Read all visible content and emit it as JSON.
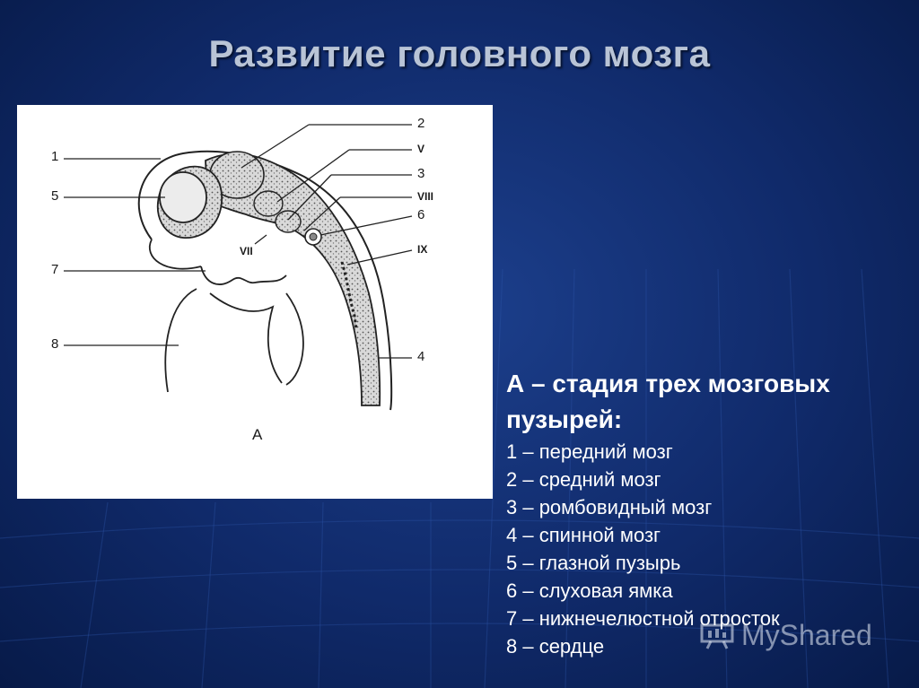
{
  "slide": {
    "title": "Развитие головного мозга"
  },
  "figure": {
    "labels": {
      "l1": "1",
      "l2": "2",
      "l3": "3",
      "l4": "4",
      "l5": "5",
      "l6": "6",
      "l7": "7",
      "l8": "8",
      "lV": "V",
      "lVIII": "VIII",
      "lVII": "VII",
      "lIX": "IX",
      "lA": "А"
    }
  },
  "caption": {
    "heading": "А – стадия трех мозговых пузырей:",
    "items": [
      "1 – передний мозг",
      "2 – средний мозг",
      "3 – ромбовидный мозг",
      "4 – спинной мозг",
      "5 – глазной пузырь",
      "6 – слуховая ямка",
      "7 – нижнечелюстной отросток",
      "8 – сердце"
    ]
  },
  "watermark": {
    "text": "MyShared",
    "icon": "presentation-board-icon"
  },
  "colors": {
    "background": "#102a6a",
    "title": "#b9c4d6",
    "caption": "#ffffff",
    "panel": "#ffffff"
  }
}
